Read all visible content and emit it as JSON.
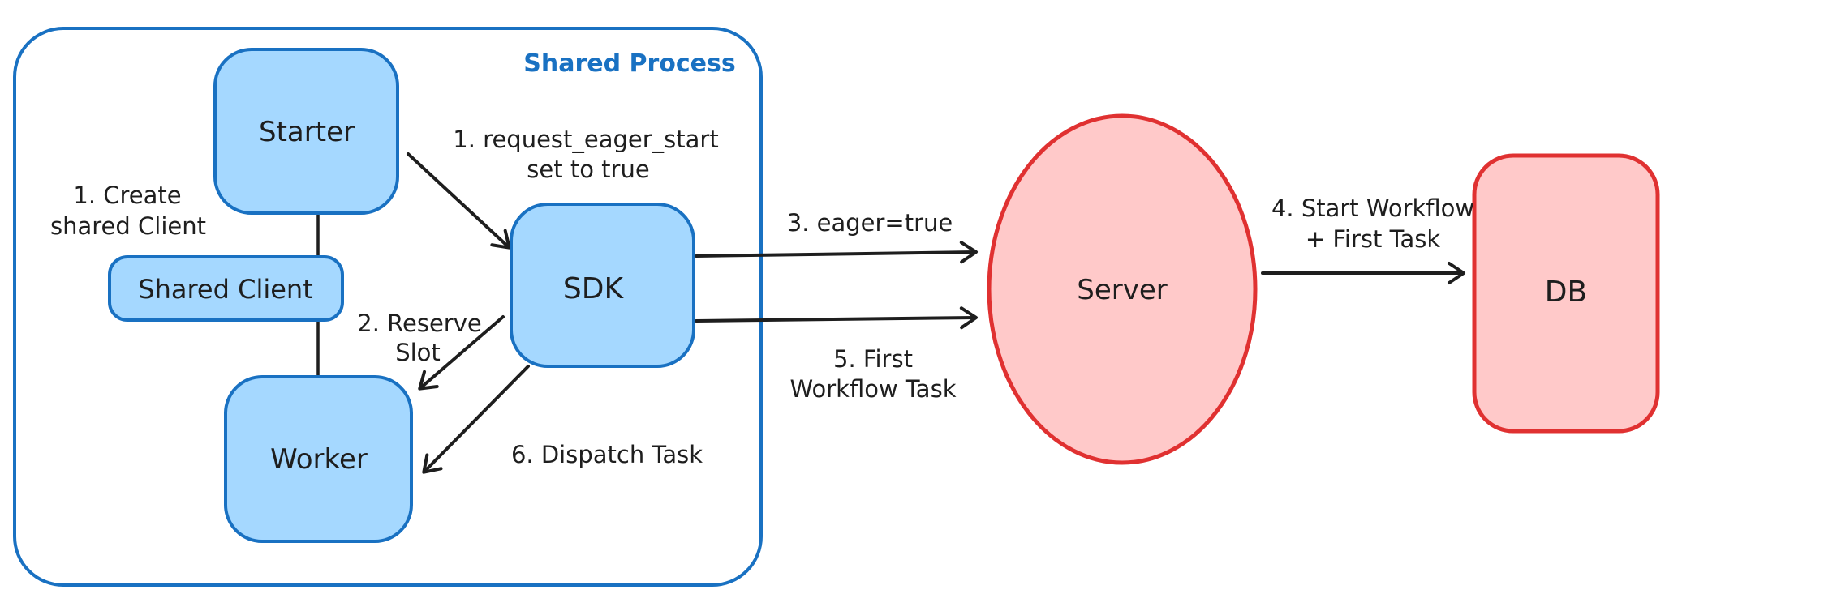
{
  "diagram": {
    "container": {
      "label": "Shared Process"
    },
    "nodes": [
      {
        "id": "starter",
        "label": "Starter",
        "shape": "rounded-rect",
        "color": "blue"
      },
      {
        "id": "shared-client",
        "label": "Shared Client",
        "shape": "rounded-rect",
        "color": "blue"
      },
      {
        "id": "worker",
        "label": "Worker",
        "shape": "rounded-rect",
        "color": "blue"
      },
      {
        "id": "sdk",
        "label": "SDK",
        "shape": "rounded-rect",
        "color": "blue"
      },
      {
        "id": "server",
        "label": "Server",
        "shape": "ellipse",
        "color": "red"
      },
      {
        "id": "db",
        "label": "DB",
        "shape": "rounded-rect",
        "color": "red"
      }
    ],
    "annotations": [
      {
        "id": "create-shared-client",
        "lines": [
          "1. Create",
          "shared Client"
        ]
      },
      {
        "id": "request-eager-start",
        "lines": [
          "1. request_eager_start",
          "set to true"
        ]
      },
      {
        "id": "reserve-slot",
        "lines": [
          "2. Reserve",
          "Slot"
        ]
      },
      {
        "id": "eager-true",
        "lines": [
          "3. eager=true"
        ]
      },
      {
        "id": "start-workflow-first-task",
        "lines": [
          "4. Start Workflow",
          "+ First Task"
        ]
      },
      {
        "id": "first-workflow-task",
        "lines": [
          "5. First",
          "Workflow Task"
        ]
      },
      {
        "id": "dispatch-task",
        "lines": [
          "6. Dispatch Task"
        ]
      }
    ],
    "arrows": [
      {
        "id": "request-eager-start",
        "from": "starter",
        "to": "sdk"
      },
      {
        "id": "reserve-slot",
        "from": "sdk",
        "to": "worker"
      },
      {
        "id": "eager-true",
        "from": "sdk",
        "to": "server"
      },
      {
        "id": "start-workflow-first-task",
        "from": "server",
        "to": "db"
      },
      {
        "id": "first-workflow-task",
        "from": "sdk",
        "to": "server"
      },
      {
        "id": "dispatch-task",
        "from": "sdk",
        "to": "worker"
      },
      {
        "id": "starter-worker-connector",
        "from": "starter",
        "to": "worker"
      }
    ],
    "colors": {
      "blue_stroke": "#1971c2",
      "blue_fill": "#a5d8ff",
      "red_stroke": "#e03131",
      "red_fill": "#ffc9c9",
      "ink": "#1e1e1e"
    }
  }
}
